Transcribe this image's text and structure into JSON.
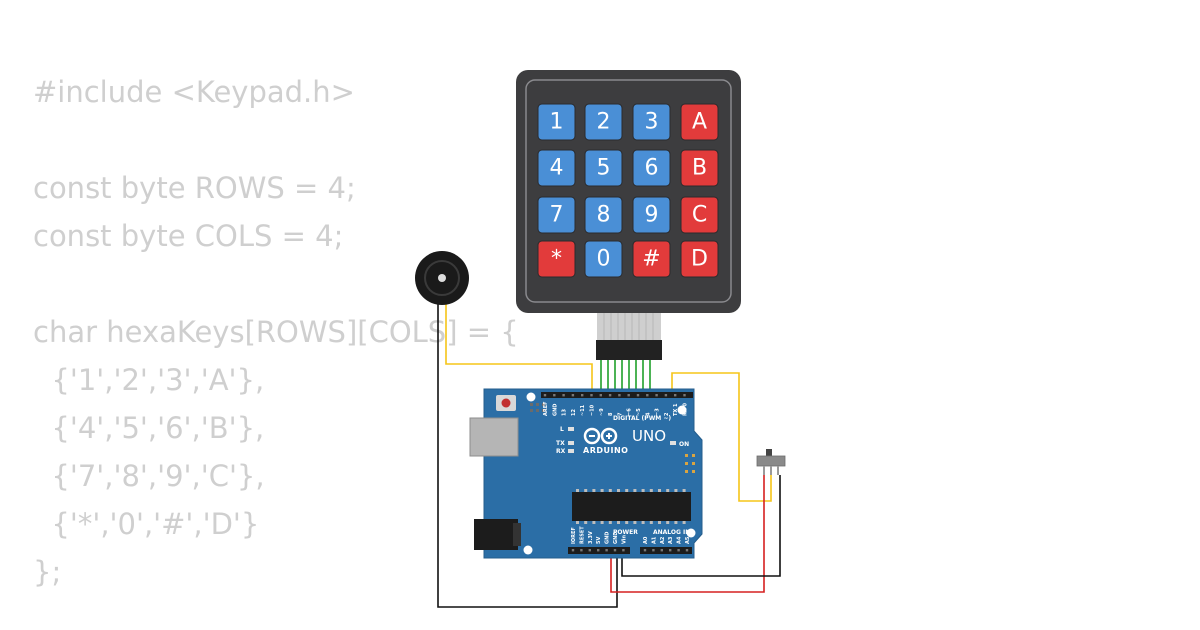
{
  "code": {
    "lines": [
      "#include <Keypad.h>",
      "",
      "const byte ROWS = 4;",
      "const byte COLS = 4;",
      "",
      "char hexaKeys[ROWS][COLS] = {",
      "  {'1','2','3','A'},",
      "  {'4','5','6','B'},",
      "  {'7','8','9','C'},",
      "  {'*','0','#','D'}",
      "};"
    ],
    "text_color": "#cfcfcf"
  },
  "keypad": {
    "keys": [
      [
        "1",
        "2",
        "3",
        "A"
      ],
      [
        "4",
        "5",
        "6",
        "B"
      ],
      [
        "7",
        "8",
        "9",
        "C"
      ],
      [
        "*",
        "0",
        "#",
        "D"
      ]
    ],
    "key_colors": [
      [
        "blue",
        "blue",
        "blue",
        "red"
      ],
      [
        "blue",
        "blue",
        "blue",
        "red"
      ],
      [
        "blue",
        "blue",
        "blue",
        "red"
      ],
      [
        "red",
        "blue",
        "red",
        "red"
      ]
    ],
    "colors": {
      "blue": "#4a8fd6",
      "red": "#e23b3b",
      "body": "#3d3d3f"
    }
  },
  "board": {
    "brand": "ARDUINO",
    "model": "UNO",
    "digital_label": "DIGITAL (PWM ~)",
    "power_label": "POWER",
    "analog_label": "ANALOG IN",
    "on_label": "ON",
    "tx_label": "TX",
    "rx_label": "RX",
    "l_label": "L",
    "top_pins": [
      "AREF",
      "GND",
      "13",
      "12",
      "~11",
      "~10",
      "~9",
      "8",
      "7",
      "~6",
      "~5",
      "4",
      "~3",
      "2",
      "TX 1",
      "RX 0"
    ],
    "power_pins": [
      "IOREF",
      "RESET",
      "3.3V",
      "5V",
      "GND",
      "GND",
      "Vin"
    ],
    "analog_pins": [
      "A0",
      "A1",
      "A2",
      "A3",
      "A4",
      "A5"
    ],
    "color": "#2b6ea6"
  },
  "components": {
    "buzzer": "piezo-buzzer",
    "switch": "slide-switch"
  },
  "wire_colors": {
    "signal": "#f5c518",
    "ground": "#111111",
    "power": "#d62020",
    "keypad": "#1fa02a"
  }
}
